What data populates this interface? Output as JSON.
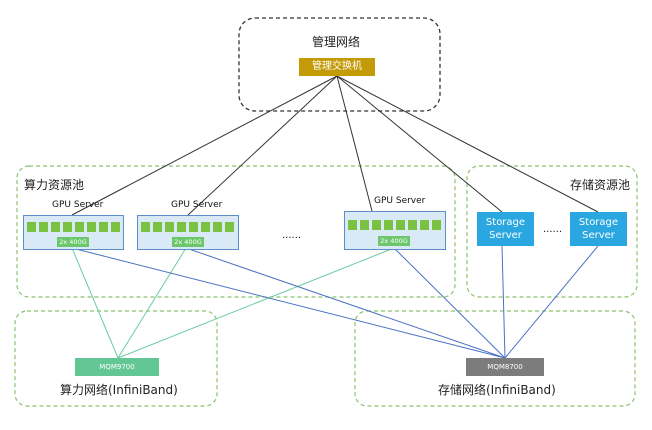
{
  "management": {
    "title": "管理网络",
    "switch_label": "管理交换机"
  },
  "compute_pool": {
    "title": "算力资源池",
    "servers": [
      {
        "label": "GPU Server",
        "nic": "2x 400G"
      },
      {
        "label": "GPU Server",
        "nic": "2x 400G"
      },
      {
        "label": "GPU Server",
        "nic": "2x 400G"
      }
    ],
    "ellipsis": "......"
  },
  "storage_pool": {
    "title": "存储资源池",
    "servers": [
      {
        "label": "Storage Server"
      },
      {
        "label": "Storage Server"
      }
    ],
    "ellipsis": "......"
  },
  "compute_network": {
    "title": "算力网络(InfiniBand)",
    "switch_label": "MQM9700"
  },
  "storage_network": {
    "title": "存储网络(InfiniBand)",
    "switch_label": "MQM8700"
  },
  "colors": {
    "green_link": "#6ccba1",
    "blue_link": "#4a72c4",
    "mgmt_link": "#333333",
    "gold": "#c39a07"
  }
}
